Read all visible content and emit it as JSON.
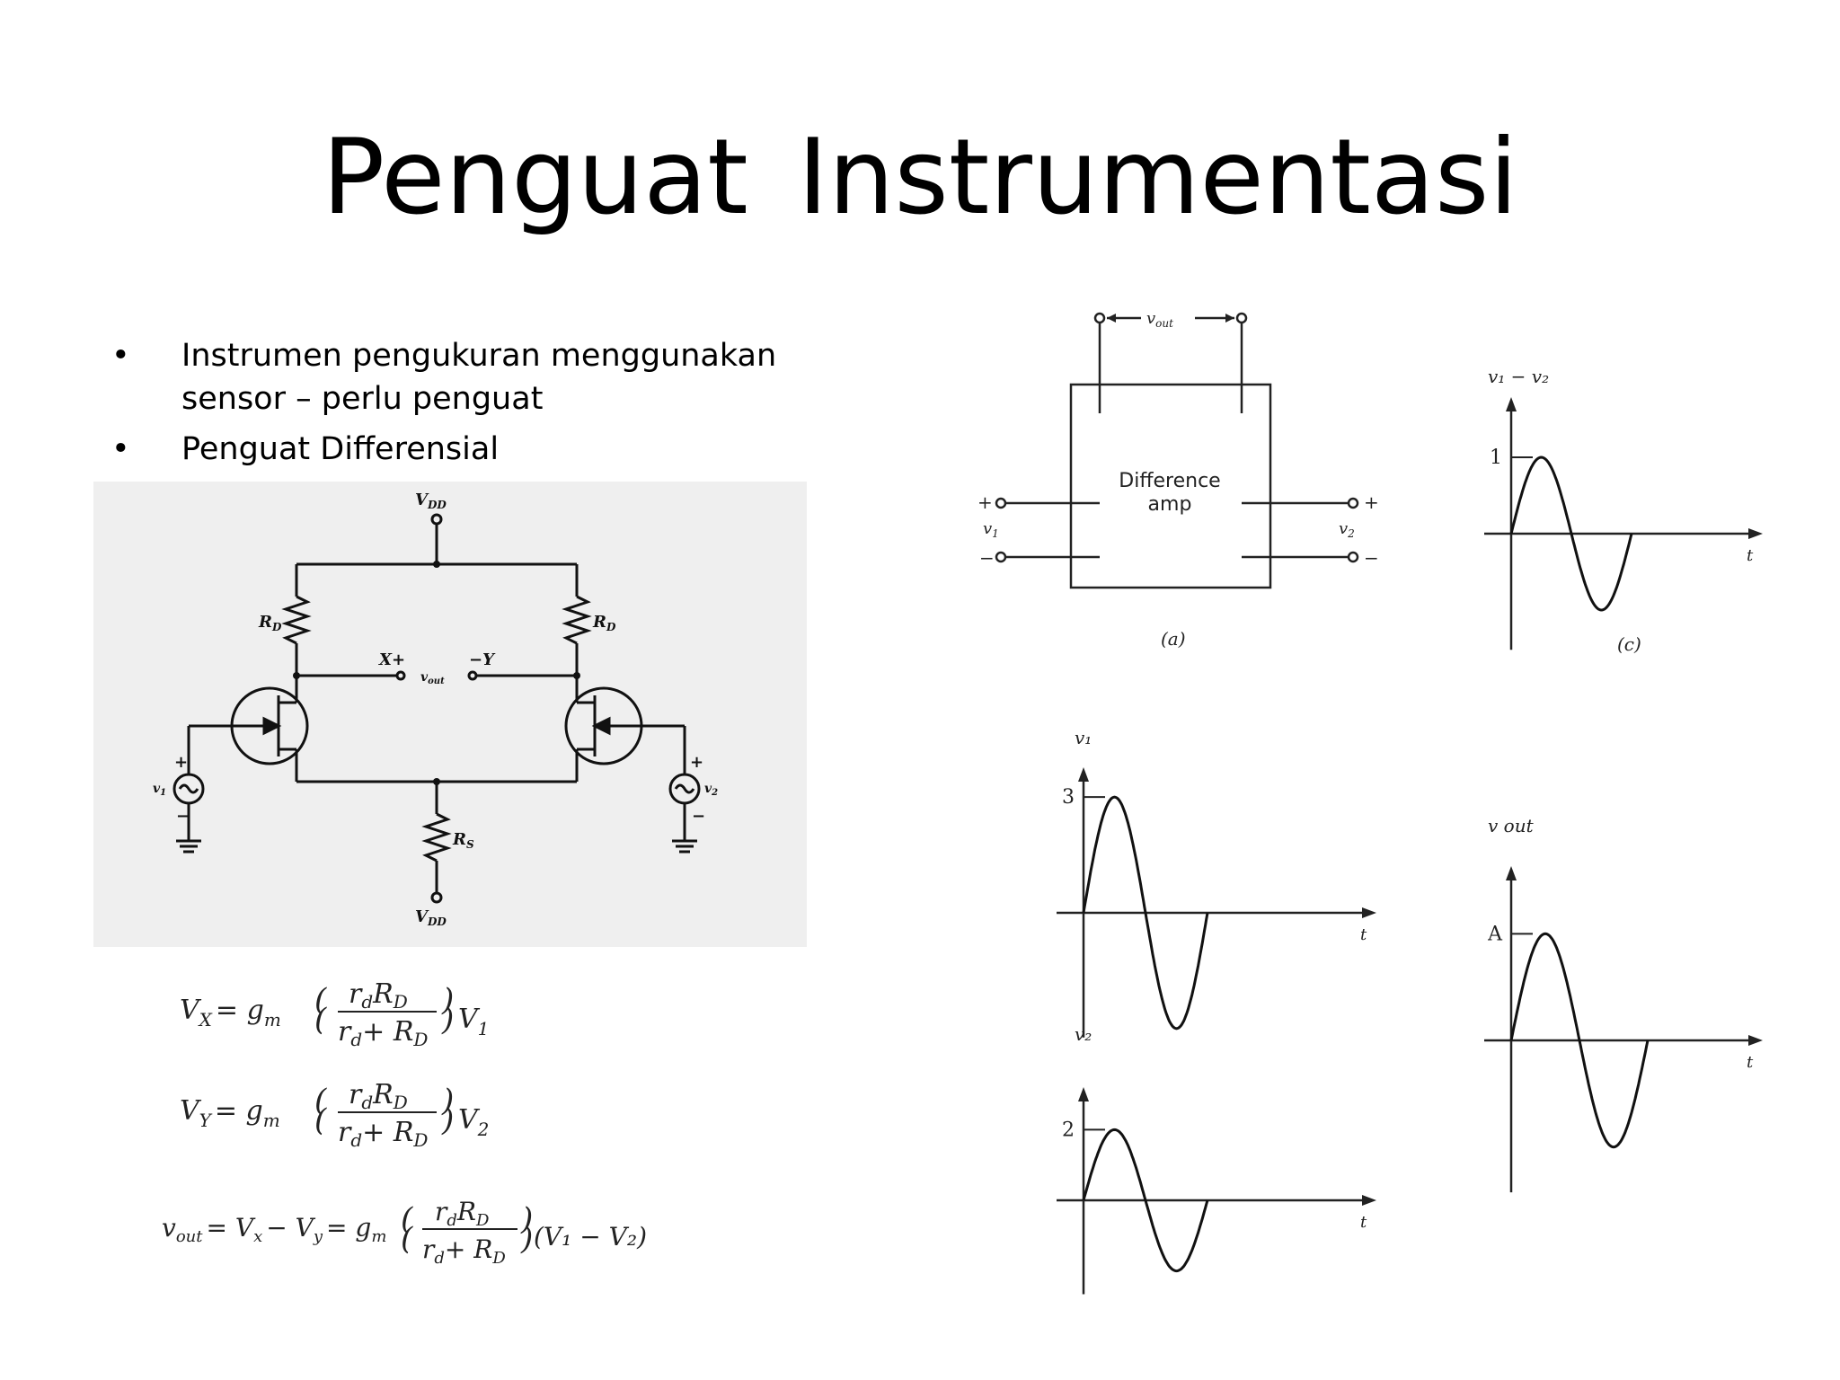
{
  "slide": {
    "title": "Penguat  Instrumentasi",
    "bullets": [
      {
        "marker": "•",
        "text": "Instrumen pengukuran menggunakan sensor – perlu penguat"
      },
      {
        "marker": "•",
        "text": "Penguat Differensial"
      }
    ]
  },
  "circuit": {
    "vdd_top": "V",
    "vdd_top_sub": "DD",
    "vdd_bottom": "V",
    "vdd_bottom_sub": "DD",
    "rd": "R",
    "rd_sub": "D",
    "rs": "R",
    "rs_sub": "S",
    "x_plus": "X+",
    "minus_y": "−Y",
    "vout": "v",
    "vout_sub": "out",
    "v1": "v",
    "v1_sub": "1",
    "v2": "v",
    "v2_sub": "2",
    "plus": "+",
    "minus": "−"
  },
  "equations": {
    "vx": {
      "lhs": "V",
      "lhs_sub": "X",
      "eq": "= g",
      "g_sub": "m",
      "num": "r",
      "num_sub1": "d",
      "num_r": "R",
      "num_sub2": "D",
      "den": "r",
      "den_sub1": "d",
      "den_plus": "+ R",
      "den_sub2": "D",
      "tail": "V",
      "tail_sub": "1"
    },
    "vy": {
      "lhs": "V",
      "lhs_sub": "Y",
      "eq": "= g",
      "g_sub": "m",
      "num": "r",
      "num_sub1": "d",
      "num_r": "R",
      "num_sub2": "D",
      "den": "r",
      "den_sub1": "d",
      "den_plus": "+ R",
      "den_sub2": "D",
      "tail": "V",
      "tail_sub": "2"
    },
    "vout": {
      "lhs": "v",
      "lhs_sub": "out",
      "mid": "= V",
      "mid_sub1": "x",
      "mid2": "− V",
      "mid_sub2": "y",
      "eq": "= g",
      "g_sub": "m",
      "num": "r",
      "num_sub1": "d",
      "num_r": "R",
      "num_sub2": "D",
      "den": "r",
      "den_sub1": "d",
      "den_plus": "+ R",
      "den_sub2": "D",
      "tail": "(V₁ − V₂)"
    }
  },
  "block_diagram": {
    "box_label_line1": "Difference",
    "box_label_line2": "amp",
    "vout": "v",
    "vout_sub": "out",
    "v1": "v",
    "v1_sub": "1",
    "v2": "v",
    "v2_sub": "2",
    "plus": "+",
    "minus": "−",
    "caption": "(a)"
  },
  "chart_data": [
    {
      "type": "line",
      "title": "v₁ − v₂",
      "caption": "(c)",
      "x_label": "t",
      "y_ticks": [
        "1"
      ],
      "amplitude": 1,
      "y_max": 1.6
    },
    {
      "type": "line",
      "title": "v₁",
      "x_label": "t",
      "y_ticks": [
        "3"
      ],
      "amplitude": 3,
      "y_max": 3.4
    },
    {
      "type": "line",
      "title": "v₂",
      "x_label": "t",
      "y_ticks": [
        "2"
      ],
      "amplitude": 2,
      "y_max": 2.8
    },
    {
      "type": "line",
      "title": "v out",
      "x_label": "t",
      "y_ticks": [
        "A"
      ],
      "amplitude": 1,
      "y_max": 1.5
    }
  ]
}
